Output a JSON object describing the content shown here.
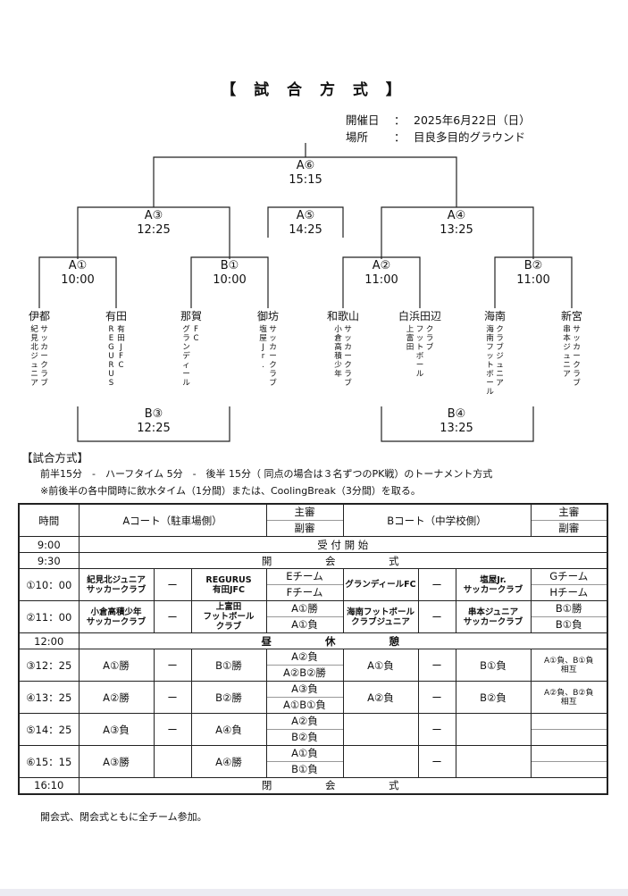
{
  "title": "【 試 合 方 式 】",
  "info": {
    "date_label": "開催日",
    "sep": "：",
    "date": "2025年6月22日（日）",
    "place_label": "場所",
    "place": "目良多目的グラウンド"
  },
  "bracket": {
    "matches": [
      {
        "id": "A⑥",
        "time": "15:15"
      },
      {
        "id": "A③",
        "time": "12:25"
      },
      {
        "id": "A⑤",
        "time": "14:25"
      },
      {
        "id": "A④",
        "time": "13:25"
      },
      {
        "id": "A①",
        "time": "10:00"
      },
      {
        "id": "B①",
        "time": "10:00"
      },
      {
        "id": "A②",
        "time": "11:00"
      },
      {
        "id": "B②",
        "time": "11:00"
      },
      {
        "id": "B③",
        "time": "12:25"
      },
      {
        "id": "B④",
        "time": "13:25"
      }
    ],
    "teams": [
      {
        "area": "伊都",
        "cols": [
          "紀見北ジュニア",
          "サッカークラブ"
        ]
      },
      {
        "area": "有田",
        "cols": [
          "REGURUS",
          "有田JFC"
        ]
      },
      {
        "area": "那賀",
        "cols": [
          "グランディール",
          "FC"
        ]
      },
      {
        "area": "御坊",
        "cols": [
          "塩屋Jr.",
          "サッカークラブ"
        ]
      },
      {
        "area": "和歌山",
        "cols": [
          "小倉高積少年",
          "サッカークラブ"
        ]
      },
      {
        "area": "白浜田辺",
        "cols": [
          "上富田",
          "フットボール",
          "クラブ"
        ]
      },
      {
        "area": "海南",
        "cols": [
          "海南フットボール",
          "クラブジュニア"
        ]
      },
      {
        "area": "新宮",
        "cols": [
          "串本ジュニア",
          "サッカークラブ"
        ]
      }
    ]
  },
  "format": {
    "heading": "【試合方式】",
    "line1": "前半15分　-　ハーフタイム 5分　-　後半 15分（ 同点の場合は３名ずつのPK戦）のトーナメント方式",
    "line2": "※前後半の各中間時に飲水タイム（1分間）または、CoolingBreak（3分間）を取る。"
  },
  "schedule": {
    "headers": {
      "time": "時間",
      "a_court": "Aコート（駐車場側）",
      "chief": "主審",
      "assistant": "副審",
      "b_court": "Bコート（中学校側）"
    },
    "reception": {
      "time": "9:00",
      "text": "受 付 開 始"
    },
    "opening": {
      "time": "9:30",
      "text": "開 会 式"
    },
    "lunch": {
      "time": "12:00",
      "text": "昼 休 憩"
    },
    "closing": {
      "time": "16:10",
      "text": "閉 会 式"
    },
    "rows": [
      {
        "time": "①10：00",
        "a1": "紀見北ジュニア\nサッカークラブ",
        "dash": "ー",
        "a2": "REGURUS\n有田JFC",
        "ref1": "Eチーム",
        "ref2": "Fチーム",
        "b1": "グランディールFC",
        "dash2": "ー",
        "b2": "塩屋Jr.\nサッカークラブ",
        "bref1": "Gチーム",
        "bref2": "Hチーム"
      },
      {
        "time": "②11：00",
        "a1": "小倉高積少年\nサッカークラブ",
        "dash": "ー",
        "a2": "上富田\nフットボール\nクラブ",
        "ref1": "A①勝",
        "ref2": "A①負",
        "b1": "海南フットボール\nクラブジュニア",
        "dash2": "ー",
        "b2": "串本ジュニア\nサッカークラブ",
        "bref1": "B①勝",
        "bref2": "B①負"
      },
      {
        "time": "③12：25",
        "a1": "A①勝",
        "dash": "ー",
        "a2": "B①勝",
        "ref1": "A②負",
        "ref2": "A②B②勝",
        "b1": "A①負",
        "dash2": "ー",
        "b2": "B①負",
        "bref1": "A①負、B①負\n相互",
        "bref2": ""
      },
      {
        "time": "④13：25",
        "a1": "A②勝",
        "dash": "ー",
        "a2": "B②勝",
        "ref1": "A③負",
        "ref2": "A①B①負",
        "b1": "A②負",
        "dash2": "ー",
        "b2": "B②負",
        "bref1": "A②負、B②負\n相互",
        "bref2": ""
      },
      {
        "time": "⑤14：25",
        "a1": "A③負",
        "dash": "ー",
        "a2": "A④負",
        "ref1": "A②負",
        "ref2": "B②負",
        "b1": "",
        "dash2": "ー",
        "b2": "",
        "bref1": "",
        "bref2": ""
      },
      {
        "time": "⑥15：15",
        "a1": "A③勝",
        "dash": "",
        "a2": "A④勝",
        "ref1": "A①負",
        "ref2": "B①負",
        "b1": "",
        "dash2": "ー",
        "b2": "",
        "bref1": "",
        "bref2": ""
      }
    ]
  },
  "footer": "開会式、閉会式ともに全チーム参加。"
}
